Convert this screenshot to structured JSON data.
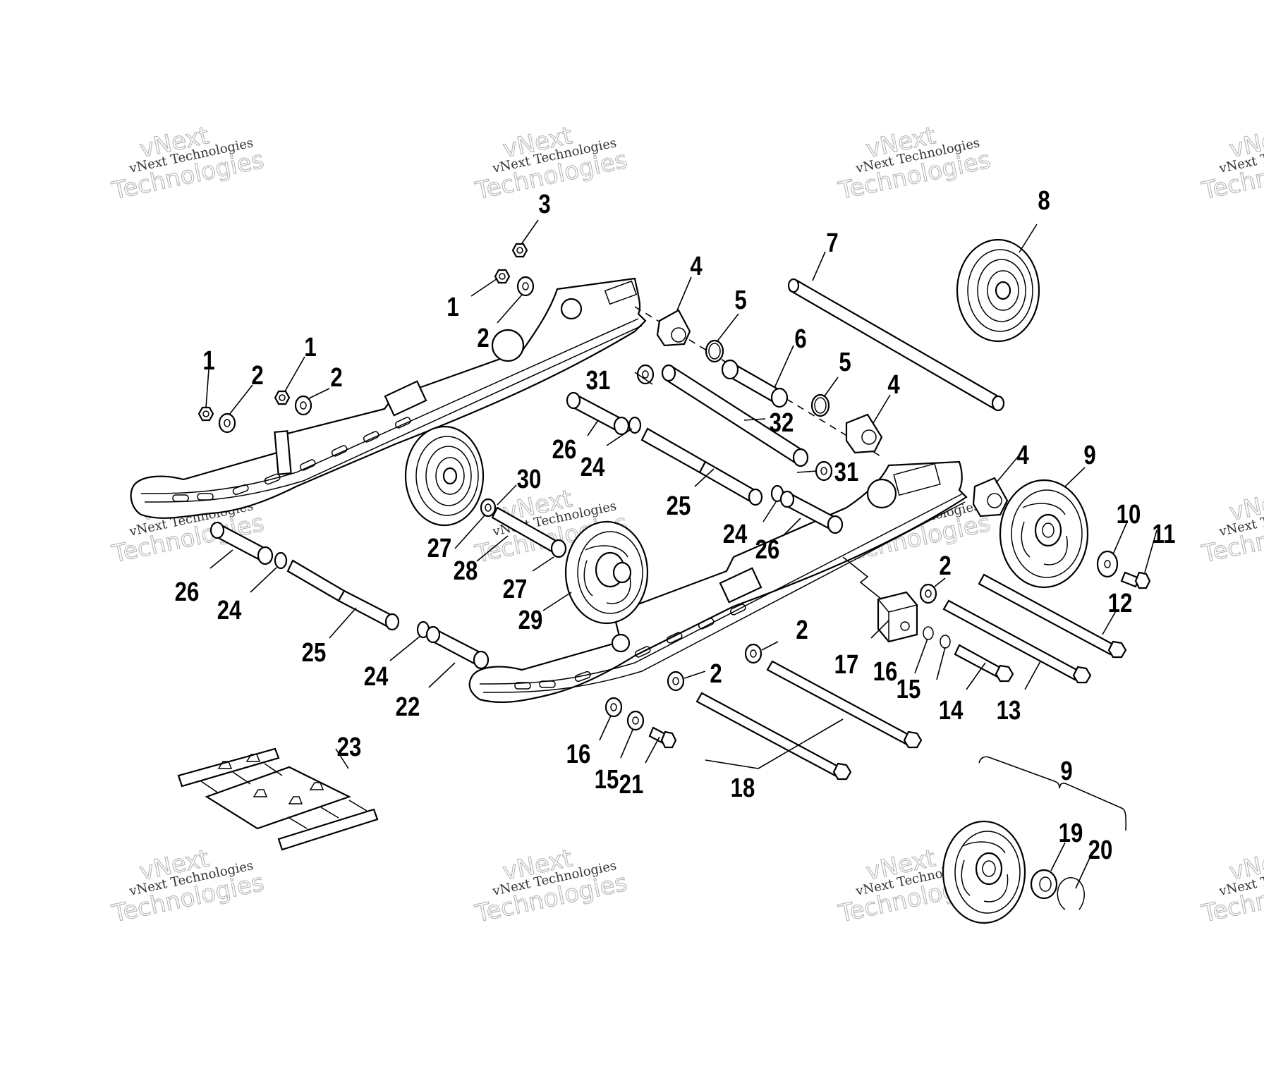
{
  "diagram": {
    "title": "Suspension exploded parts diagram",
    "watermark": {
      "small_text": "vNext Technologies",
      "big_line1": "vNext",
      "big_line2": "Technologies"
    },
    "callouts": {
      "c1a": "1",
      "c1b": "1",
      "c1c": "1",
      "c2a": "2",
      "c2b": "2",
      "c2c": "2",
      "c2d": "2",
      "c2e": "2",
      "c2f": "2",
      "c3": "3",
      "c4a": "4",
      "c4b": "4",
      "c4c": "4",
      "c5a": "5",
      "c5b": "5",
      "c6": "6",
      "c7": "7",
      "c8": "8",
      "c9a": "9",
      "c9b": "9",
      "c10": "10",
      "c11": "11",
      "c12": "12",
      "c13": "13",
      "c14": "14",
      "c15a": "15",
      "c15b": "15",
      "c16a": "16",
      "c16b": "16",
      "c17": "17",
      "c18": "18",
      "c19": "19",
      "c20": "20",
      "c21": "21",
      "c22": "22",
      "c23": "23",
      "c24a": "24",
      "c24b": "24",
      "c24c": "24",
      "c24d": "24",
      "c25a": "25",
      "c25b": "25",
      "c26a": "26",
      "c26b": "26",
      "c26c": "26",
      "c27a": "27",
      "c27b": "27",
      "c28": "28",
      "c29": "29",
      "c30": "30",
      "c31a": "31",
      "c31b": "31",
      "c32": "32"
    }
  }
}
